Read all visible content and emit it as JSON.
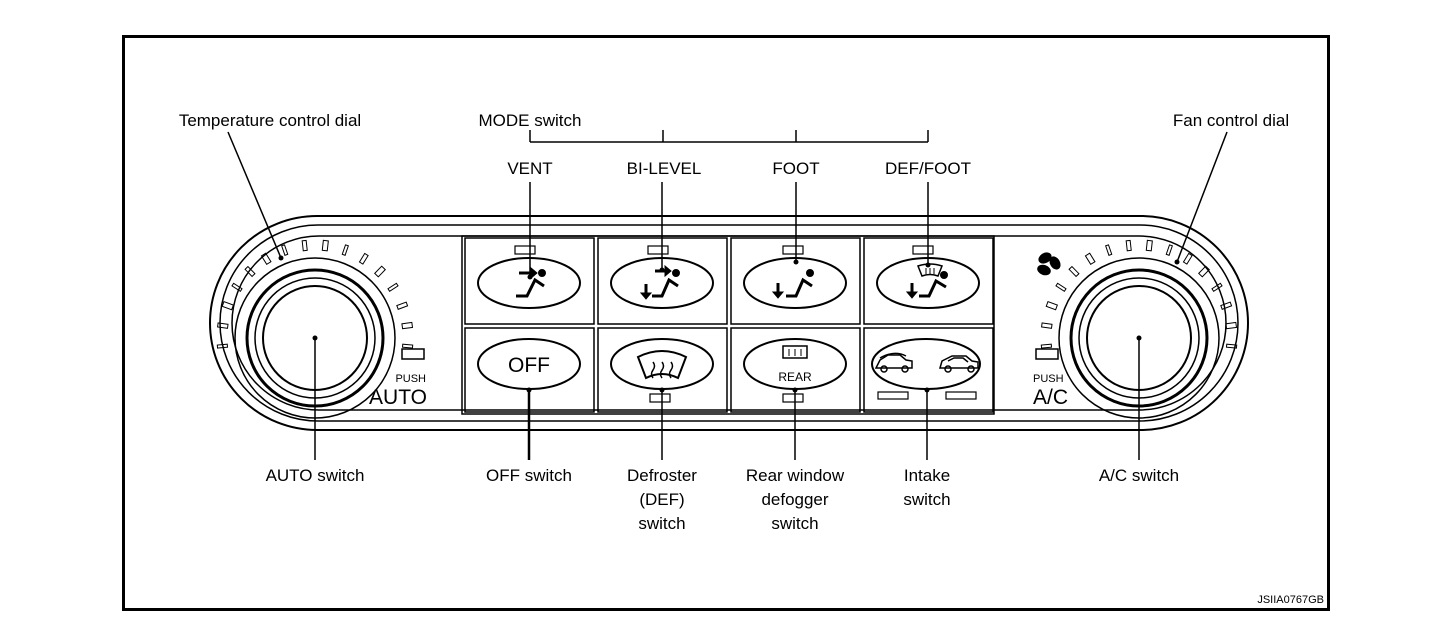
{
  "labels": {
    "temp_dial": "Temperature control dial",
    "mode_switch": "MODE switch",
    "vent": "VENT",
    "bi_level": "BI-LEVEL",
    "foot": "FOOT",
    "def_foot": "DEF/FOOT",
    "fan_dial": "Fan control dial",
    "auto_switch": "AUTO switch",
    "off_switch": "OFF switch",
    "defroster_1": "Defroster",
    "defroster_2": "(DEF)",
    "defroster_3": "switch",
    "rear_1": "Rear window",
    "rear_2": "defogger",
    "rear_3": "switch",
    "intake_1": "Intake",
    "intake_2": "switch",
    "ac_switch": "A/C switch"
  },
  "panel": {
    "push_left": "PUSH",
    "auto": "AUTO",
    "push_right": "PUSH",
    "ac": "A/C",
    "off_button": "OFF",
    "rear_button": "REAR"
  },
  "figure_code": "JSIIA0767GB",
  "icons": {
    "vent": "vent-airflow-icon",
    "bi_level": "bi-level-airflow-icon",
    "foot": "foot-airflow-icon",
    "def_foot": "def-foot-airflow-icon",
    "defroster": "windshield-defroster-icon",
    "rear_defogger": "rear-window-defogger-icon",
    "intake_fresh": "fresh-air-car-icon",
    "intake_recirc": "recirculation-car-icon",
    "fan": "fan-icon"
  }
}
